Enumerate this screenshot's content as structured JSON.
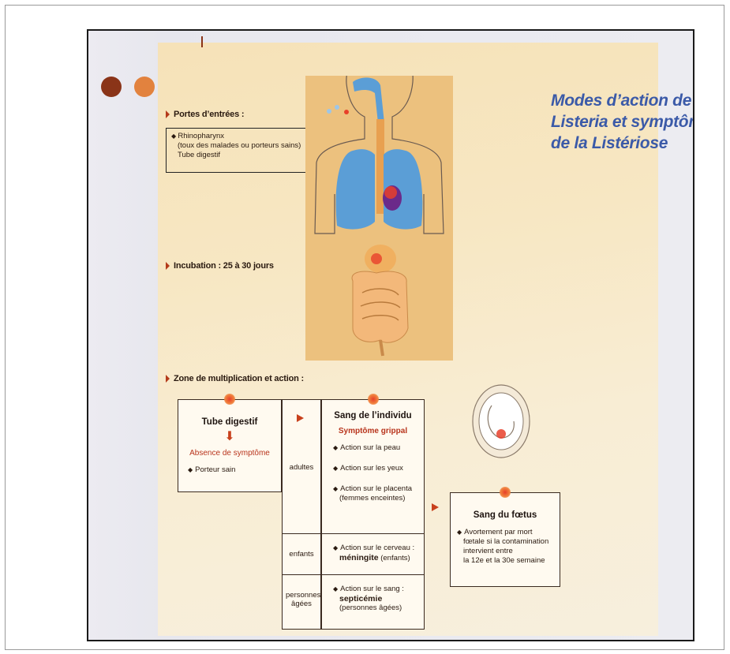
{
  "title": "Modes d’action de la Listeria et symptômes de la Listériose",
  "portes": {
    "heading": "Portes d’entrées :",
    "line1": "Rhinopharynx",
    "line2": "(toux des malades ou porteurs sains)",
    "line3": "Tube digestif"
  },
  "incubation": "Incubation : 25 à 30 jours",
  "zone": "Zone de multiplication et action :",
  "tube": {
    "title": "Tube digestif",
    "symptom": "Absence de symptôme",
    "item": "Porteur sain"
  },
  "ages": {
    "adultes": "adultes",
    "enfants": "enfants",
    "personnes": "personnes âgées"
  },
  "sang": {
    "title": "Sang de l’individu",
    "symptom": "Symptôme grippal",
    "adult_items": [
      "Action sur la peau",
      "Action sur les yeux",
      "Action sur le placenta",
      "(femmes enceintes)"
    ],
    "enfants_item": "Action sur le cerveau :",
    "enfants_bold": "méningite",
    "enfants_note": "(enfants)",
    "ages_item": "Action sur le sang :",
    "ages_bold": "septicémie",
    "ages_note": "(personnes âgées)"
  },
  "foetus": {
    "title": "Sang du fœtus",
    "lines": [
      "Avortement par mort",
      "fœtale si la contamination",
      "intervient entre",
      "la 12e et la 30e semaine"
    ]
  },
  "colors": {
    "title": "#3b5aa8",
    "accent_red": "#b8341c",
    "dot_dark": "#8a3418",
    "dot_light": "#e2823e",
    "organ_blue": "#5b9ed6"
  }
}
